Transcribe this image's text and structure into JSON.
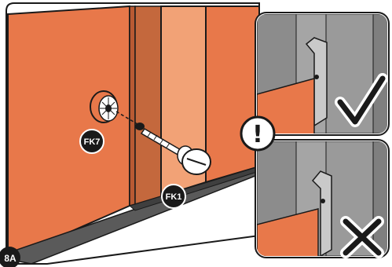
{
  "step_label": "8A",
  "parts": {
    "cam_lock": "FK7",
    "cam_bolt": "FK1"
  },
  "warning_symbol": "!",
  "detail_panels": [
    {
      "result": "correct",
      "icon": "check-icon"
    },
    {
      "result": "incorrect",
      "icon": "cross-icon"
    }
  ],
  "colors": {
    "panel_orange": "#E8784A",
    "panel_orange_light": "#F2A276",
    "panel_orange_dark": "#B85A33",
    "metal_grey": "#8C8C8C",
    "base_dark": "#5A5A5A",
    "outline": "#1A1A1A",
    "badge_fill": "#1A1A1A"
  }
}
